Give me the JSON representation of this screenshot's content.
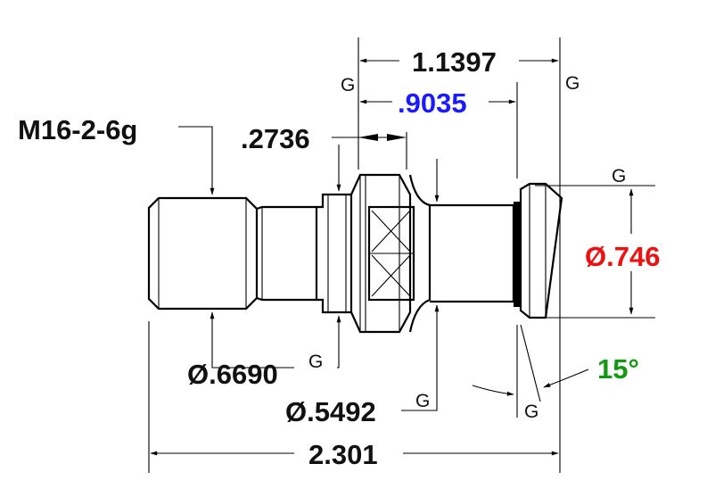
{
  "dimensions": {
    "overall_length": "2.301",
    "span_top": "1.1397",
    "span_inner": ".9035",
    "shoulder_width": ".2736",
    "thread": "M16-2-6g",
    "dia_head": "Ø.746",
    "dia_a": "Ø.6690",
    "dia_b": "Ø.5492",
    "angle": "15°"
  },
  "gdt_symbol": "G",
  "colors": {
    "span_inner": "#1a1aff",
    "dia_head": "#ee1111",
    "angle": "#119911",
    "line": "#000000"
  }
}
